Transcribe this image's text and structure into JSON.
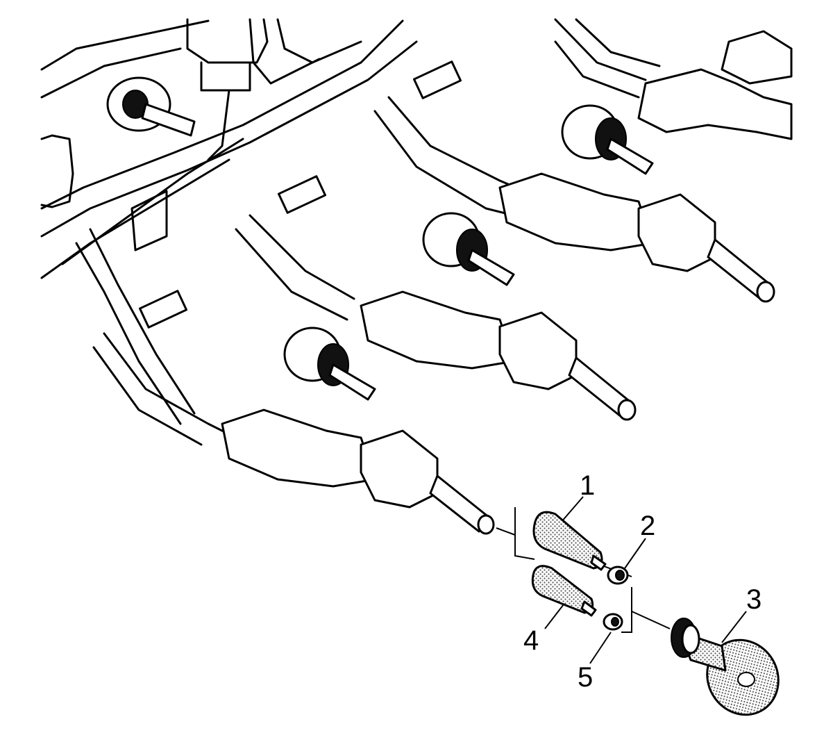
{
  "callouts": [
    {
      "id": "1",
      "text": "1"
    },
    {
      "id": "2",
      "text": "2"
    },
    {
      "id": "3",
      "text": "3"
    },
    {
      "id": "4",
      "text": "4"
    },
    {
      "id": "5",
      "text": "5"
    }
  ],
  "colors": {
    "line": "#000000",
    "background": "#ffffff",
    "stipple": "#9a9a9a"
  }
}
